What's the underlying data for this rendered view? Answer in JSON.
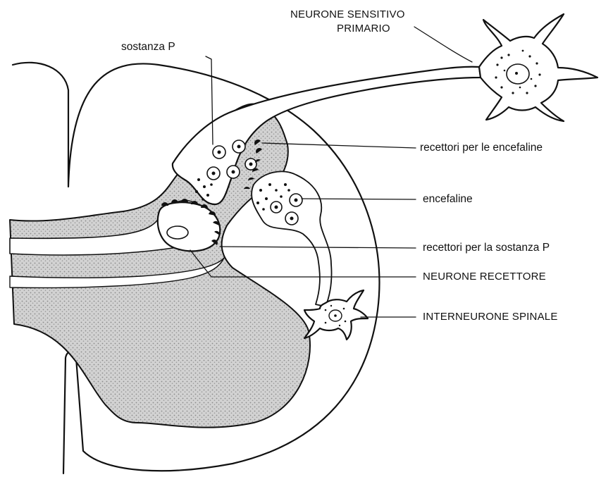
{
  "labels": {
    "primary_neuron": "NEURONE SENSITIVO",
    "primary_neuron_2": "PRIMARIO",
    "substance_p": "sostanza P",
    "enkephalin_receptors": "recettori per le encefaline",
    "enkephalins": "encefaline",
    "substance_p_receptors": "recettori per la sostanza P",
    "receptor_neuron": "NEURONE RECETTORE",
    "spinal_interneuron": "INTERNEURONE SPINALE"
  },
  "colors": {
    "line": "#111111",
    "grey_matter": "#bdbdbd",
    "background": "#ffffff"
  }
}
